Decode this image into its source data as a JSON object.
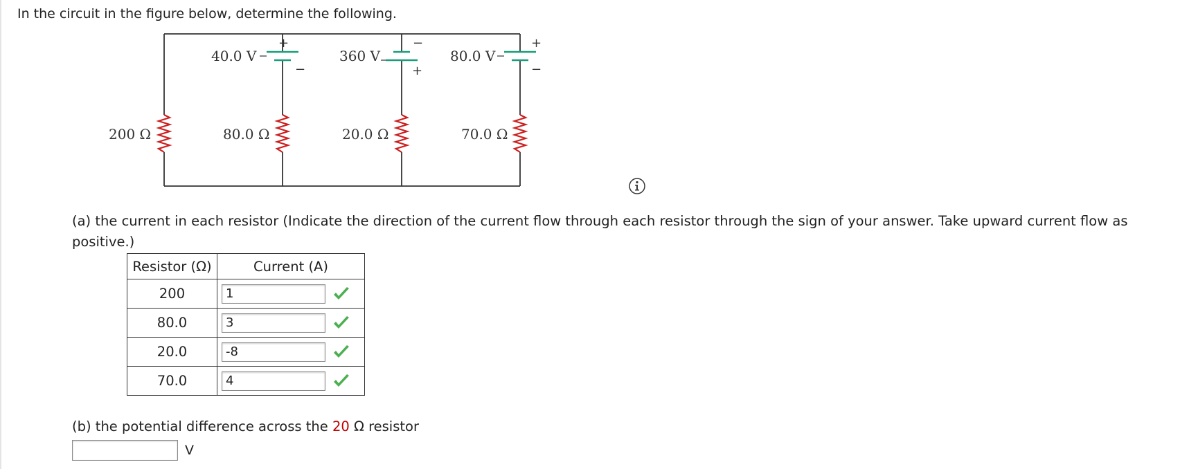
{
  "intro": "In the circuit in the figure below, determine the following.",
  "circuit": {
    "batteries": [
      {
        "label": "40.0 V",
        "top_sign": "+",
        "bottom_sign": "−"
      },
      {
        "label": "360 V",
        "top_sign": "−",
        "bottom_sign": "+"
      },
      {
        "label": "80.0 V",
        "top_sign": "+",
        "bottom_sign": "−"
      }
    ],
    "resistors": [
      "200 Ω",
      "80.0 Ω",
      "20.0 Ω",
      "70.0 Ω"
    ],
    "wire_color": "#333333",
    "battery_color": "#1a9c7a",
    "resistor_color": "#cc1f1f"
  },
  "part_a": {
    "text": "(a) the current in each resistor (Indicate the direction of the current flow through each resistor through the sign of your answer. Take upward current flow as positive.)",
    "headers": {
      "resistor": "Resistor (Ω)",
      "current": "Current (A)"
    },
    "rows": [
      {
        "resistor": "200",
        "answer": "1"
      },
      {
        "resistor": "80.0",
        "answer": "3"
      },
      {
        "resistor": "20.0",
        "answer": "-8"
      },
      {
        "resistor": "70.0",
        "answer": "4"
      }
    ]
  },
  "part_b": {
    "prefix": "(b) the potential difference across the ",
    "highlight": "20",
    "suffix": " Ω resistor",
    "unit": "V",
    "answer": ""
  }
}
